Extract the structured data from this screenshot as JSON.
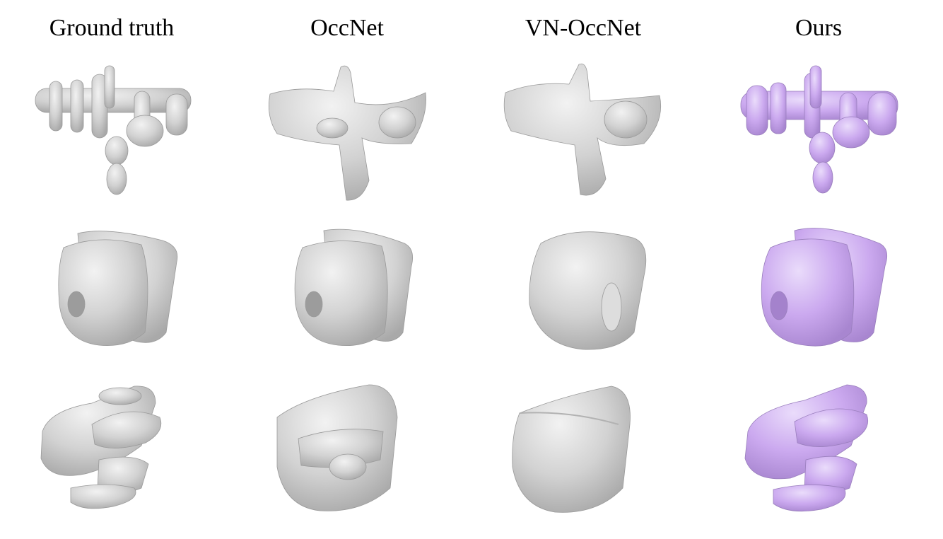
{
  "columns": [
    {
      "label": "Ground truth",
      "color": "#c8c8c8"
    },
    {
      "label": "OccNet",
      "color": "#c8c8c8"
    },
    {
      "label": "VN-OccNet",
      "color": "#c8c8c8"
    },
    {
      "label": "Ours",
      "color": "#c8a6ec"
    }
  ],
  "rows": [
    {
      "shape": "branching-elongated-mesh"
    },
    {
      "shape": "cube-like-mesh-with-slabs"
    },
    {
      "shape": "stacked-slab-mesh"
    }
  ]
}
